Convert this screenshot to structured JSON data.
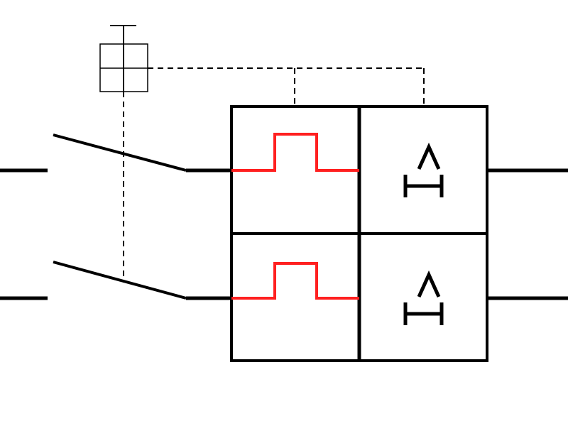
{
  "diagram": {
    "type": "electrical-schematic",
    "description_visible_text": "",
    "colors": {
      "line": "#000000",
      "thermal_trip": "#ff2020",
      "background": "#ffffff"
    },
    "components": {
      "manual_actuator": {
        "icon": "pushbutton-actuator-icon"
      },
      "switches": [
        {
          "id": "pole-1",
          "icon": "switch-contact-icon"
        },
        {
          "id": "pole-2",
          "icon": "switch-contact-icon"
        }
      ],
      "thermal_releases": [
        {
          "id": "thermal-1",
          "icon": "thermal-overload-icon"
        },
        {
          "id": "thermal-2",
          "icon": "thermal-overload-icon"
        }
      ],
      "magnetic_releases": [
        {
          "id": "magnetic-1",
          "icon": "overcurrent-release-icon"
        },
        {
          "id": "magnetic-2",
          "icon": "overcurrent-release-icon"
        }
      ]
    }
  }
}
